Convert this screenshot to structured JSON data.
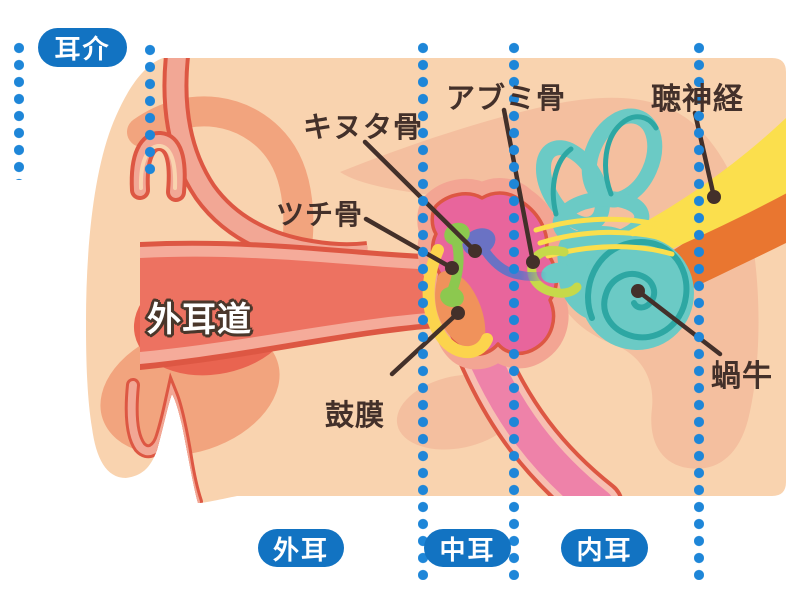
{
  "diagram_title": "ear anatomy cross-section",
  "badges": {
    "jikai": "耳介",
    "gaiji": "外耳",
    "chuji": "中耳",
    "naiji": "内耳"
  },
  "labels": {
    "kinuta": "キヌタ骨",
    "abumi": "アブミ骨",
    "choshinkei": "聴神経",
    "tsuchi": "ツチ骨",
    "gaijido": "外耳道",
    "komaku": "鼓膜",
    "kagyu": "蝸牛"
  },
  "colors": {
    "badge_blue": "#1273c2",
    "dotted_line_blue": "#1e86d8",
    "label_brown": "#43302a",
    "flesh_light": "#f9d3af",
    "flesh_shade": "#f4bf9f",
    "pinna_fold_salmon": "#f2a47e",
    "concha_red": "#e96450",
    "canal_core": "#ed7261",
    "canal_band_pink": "#f5ab9a",
    "outline_red": "#dd5743",
    "tympanic_cavity_magenta": "#e8659c",
    "cavity_halo_pink": "#f3a593",
    "eustachian_tube_pink": "#ee82a9",
    "eardrum_yellow": "#fcd44d",
    "eardrum_orange": "#f0925b",
    "malleus_green": "#8cc84f",
    "incus_blue": "#6a72c4",
    "stapes_yellow_green": "#c6d94a",
    "inner_ear_teal": "#6bcac5",
    "inner_ear_teal_dark": "#2da7a3",
    "nerve_orange": "#e97630",
    "nerve_yellow": "#fbdf4d"
  }
}
